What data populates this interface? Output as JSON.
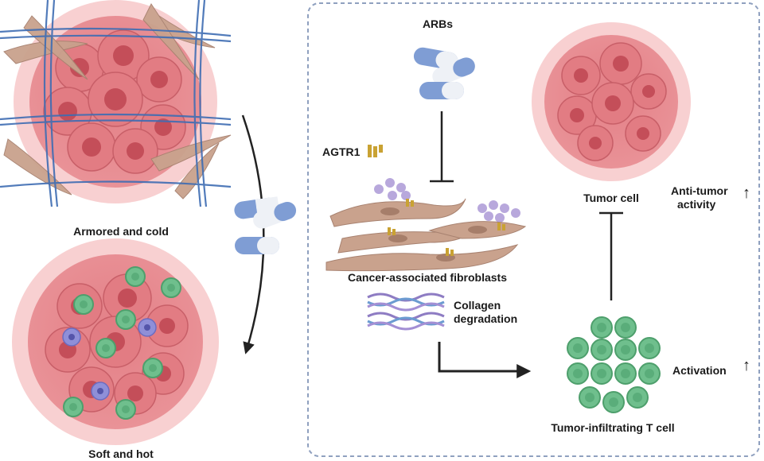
{
  "left": {
    "armored_label": "Armored and cold",
    "soft_label": "Soft and hot"
  },
  "panel": {
    "arbs_label": "ARBs",
    "agtr1_label": "AGTR1",
    "caf_label": "Cancer-associated fibroblasts",
    "collagen_line1": "Collagen",
    "collagen_line2": "degradation",
    "tumor_label": "Tumor cell",
    "anti_tumor_line1": "Anti-tumor",
    "anti_tumor_line2": "activity",
    "activation_label": "Activation",
    "tcell_label": "Tumor-infiltrating T cell",
    "up_arrow": "↑"
  },
  "colors": {
    "tumor_fill": "#e98a8f",
    "tumor_dark": "#c8555f",
    "tumor_halo": "#f6c4c5",
    "fibroblast": "#c9a28d",
    "tcell_green": "#6fbf8d",
    "mac_purple": "#8f8fd8",
    "pill_blue": "#7f9dd4",
    "dashed_border": "#8fa0bf",
    "receptor": "#c9a233"
  }
}
